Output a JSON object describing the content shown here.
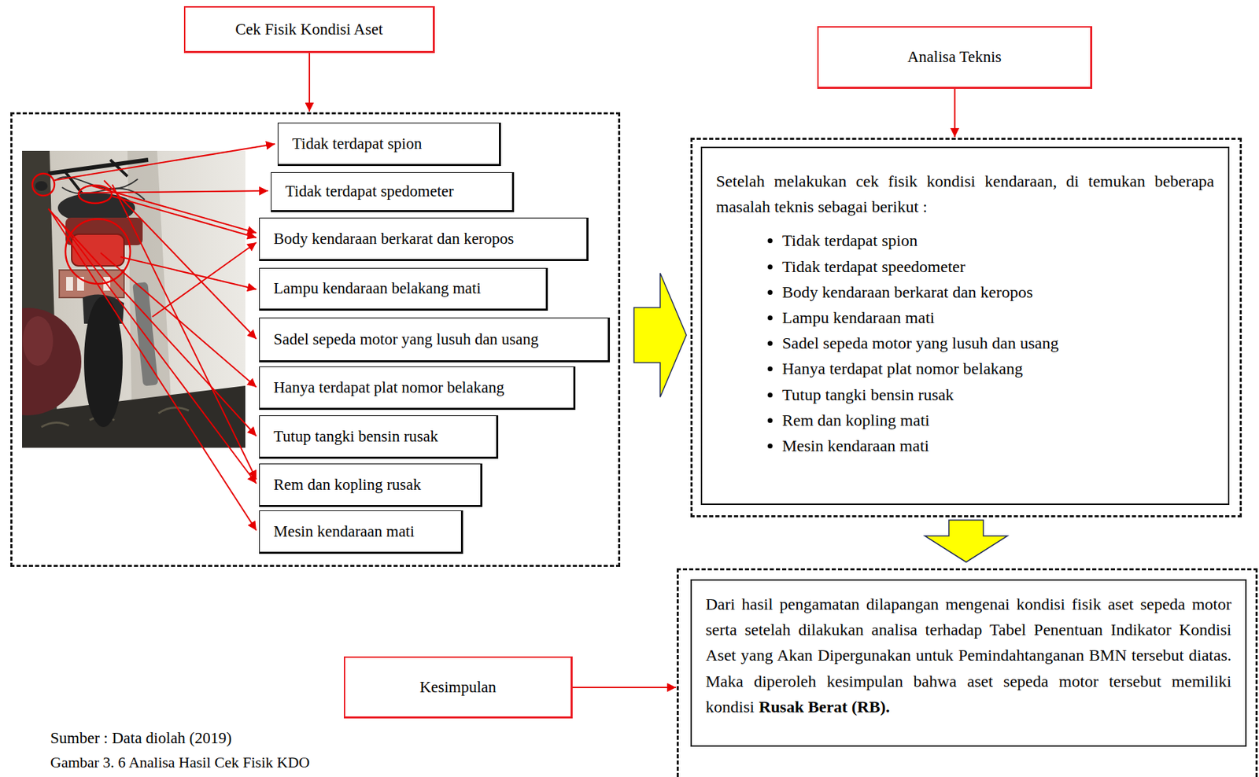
{
  "diagram": {
    "caption": "Gambar 3. 6 Analisa Hasil Cek Fisik KDO",
    "nodes": [
      {
        "text": [
          "Cek Fisik Kondisi Aset"
        ]
      },
      {
        "text": []
      },
      {
        "text": [
          "Tidak terdapat spion"
        ],
        "in": 1
      },
      {
        "text": [
          "Tidak terdapat spedometer"
        ],
        "in": 1
      },
      {
        "text": [
          "Body kendaraan berkarat dan keropos"
        ],
        "in": 1
      },
      {
        "text": [
          "Lampu kendaraan belakang mati"
        ],
        "in": 1
      },
      {
        "text": [
          "Sadel sepeda motor yang lusuh dan usang"
        ],
        "in": 1
      },
      {
        "text": [
          "Hanya terdapat plat nomor belakang"
        ],
        "in": 1
      },
      {
        "text": [
          "Tutup tangki bensin rusak"
        ],
        "in": 1
      },
      {
        "text": [
          "Rem dan kopling rusak"
        ],
        "in": 1
      },
      {
        "text": [
          "Mesin kendaraan mati"
        ],
        "in": 1
      },
      {
        "text": [
          "Analisa Teknis"
        ]
      },
      {
        "text": []
      },
      {
        "text": [
          "Setelah melakukan cek fisik kondisi kendaraan, di temukan beberapa masalah teknis sebagai berikut :",
          "Tidak terdapat spion",
          "Tidak terdapat speedometer",
          "Body kendaraan berkarat dan keropos",
          "Lampu kendaraan mati",
          "Sadel sepeda motor yang lusuh dan usang",
          "Hanya terdapat plat nomor belakang",
          "Tutup tangki bensin rusak",
          "Rem dan kopling mati",
          "Mesin kendaraan mati"
        ],
        "in": 12
      },
      {
        "text": [
          "Kesimpulan"
        ]
      },
      {
        "text": []
      },
      {
        "text": [
          "Dari hasil pengamatan dilapangan mengenai kondisi fisik aset sepeda motor serta setelah dilakukan analisa terhadap Tabel Penentuan Indikator Kondisi Aset yang Akan Dipergunakan untuk Pemindahtanganan BMN tersebut diatas. Maka diperoleh kesimpulan bahwa aset sepeda motor tersebut memiliki kondisi",
          "Rusak Berat (RB)."
        ],
        "in": 15
      }
    ],
    "edges": [
      {
        "from": 0,
        "to": 1,
        "arrow": "to"
      },
      {
        "from": 1,
        "to": 12,
        "arrow": "to"
      },
      {
        "from": 11,
        "to": 12,
        "arrow": "to"
      },
      {
        "from": 12,
        "to": 15,
        "arrow": "to"
      },
      {
        "from": 14,
        "to": 15,
        "arrow": "to"
      }
    ],
    "labels": [
      "Sumber : Data diolah (2019)"
    ]
  }
}
